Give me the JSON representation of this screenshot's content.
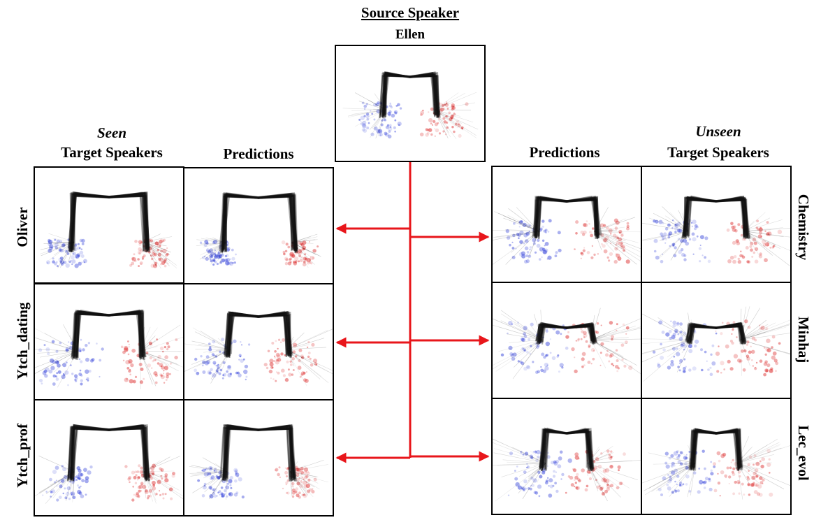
{
  "header": {
    "source_title": "Source Speaker",
    "source_name": "Ellen"
  },
  "left_headers": {
    "seen_word": "Seen",
    "seen_rest": "Target Speakers",
    "predictions": "Predictions"
  },
  "right_headers": {
    "predictions": "Predictions",
    "unseen_word": "Unseen",
    "unseen_rest": "Target Speakers"
  },
  "rows_left": [
    "Oliver",
    "Ytch_dating",
    "Ytch_prof"
  ],
  "rows_right": [
    "Chemistry",
    "Minhaj",
    "Lec_evol"
  ],
  "colors": {
    "arrow": "#e8161b",
    "skeleton": "#111111",
    "left_hand": "#1f2fd6",
    "right_hand": "#d91c1c"
  }
}
